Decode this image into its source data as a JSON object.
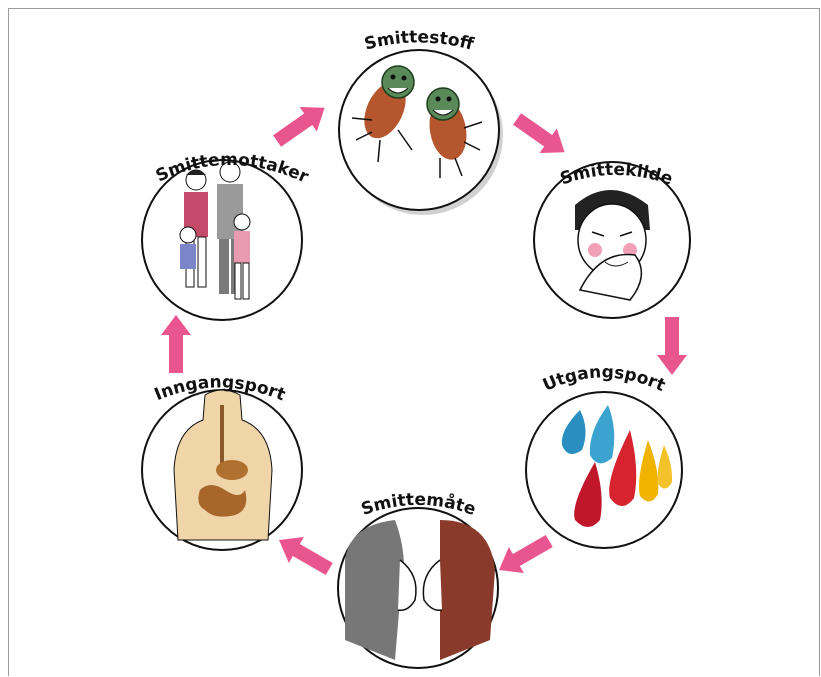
{
  "diagram": {
    "stages": [
      {
        "id": "smittestoff",
        "label": "Smittestoff"
      },
      {
        "id": "smittekilde",
        "label": "Smittekilde"
      },
      {
        "id": "utgangsport",
        "label": "Utgangsport"
      },
      {
        "id": "smittemate",
        "label": "Smittemåte"
      },
      {
        "id": "inngangsport",
        "label": "Inngangsport"
      },
      {
        "id": "smittemottaker",
        "label": "Smittemottaker"
      }
    ],
    "arrow_color": "#e9558f",
    "circle_stroke": "#111111"
  }
}
